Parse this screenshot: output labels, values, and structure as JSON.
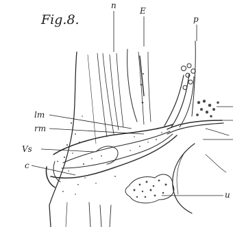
{
  "figure": {
    "title": "Fig.8.",
    "labels": {
      "n": "n",
      "E": "E",
      "p": "p",
      "lm": "lm",
      "rm": "rm",
      "Vs": "Vs",
      "c": "c",
      "u": "u"
    }
  },
  "colors": {
    "ink": "#1e1e1e",
    "paper": "#ffffff"
  }
}
